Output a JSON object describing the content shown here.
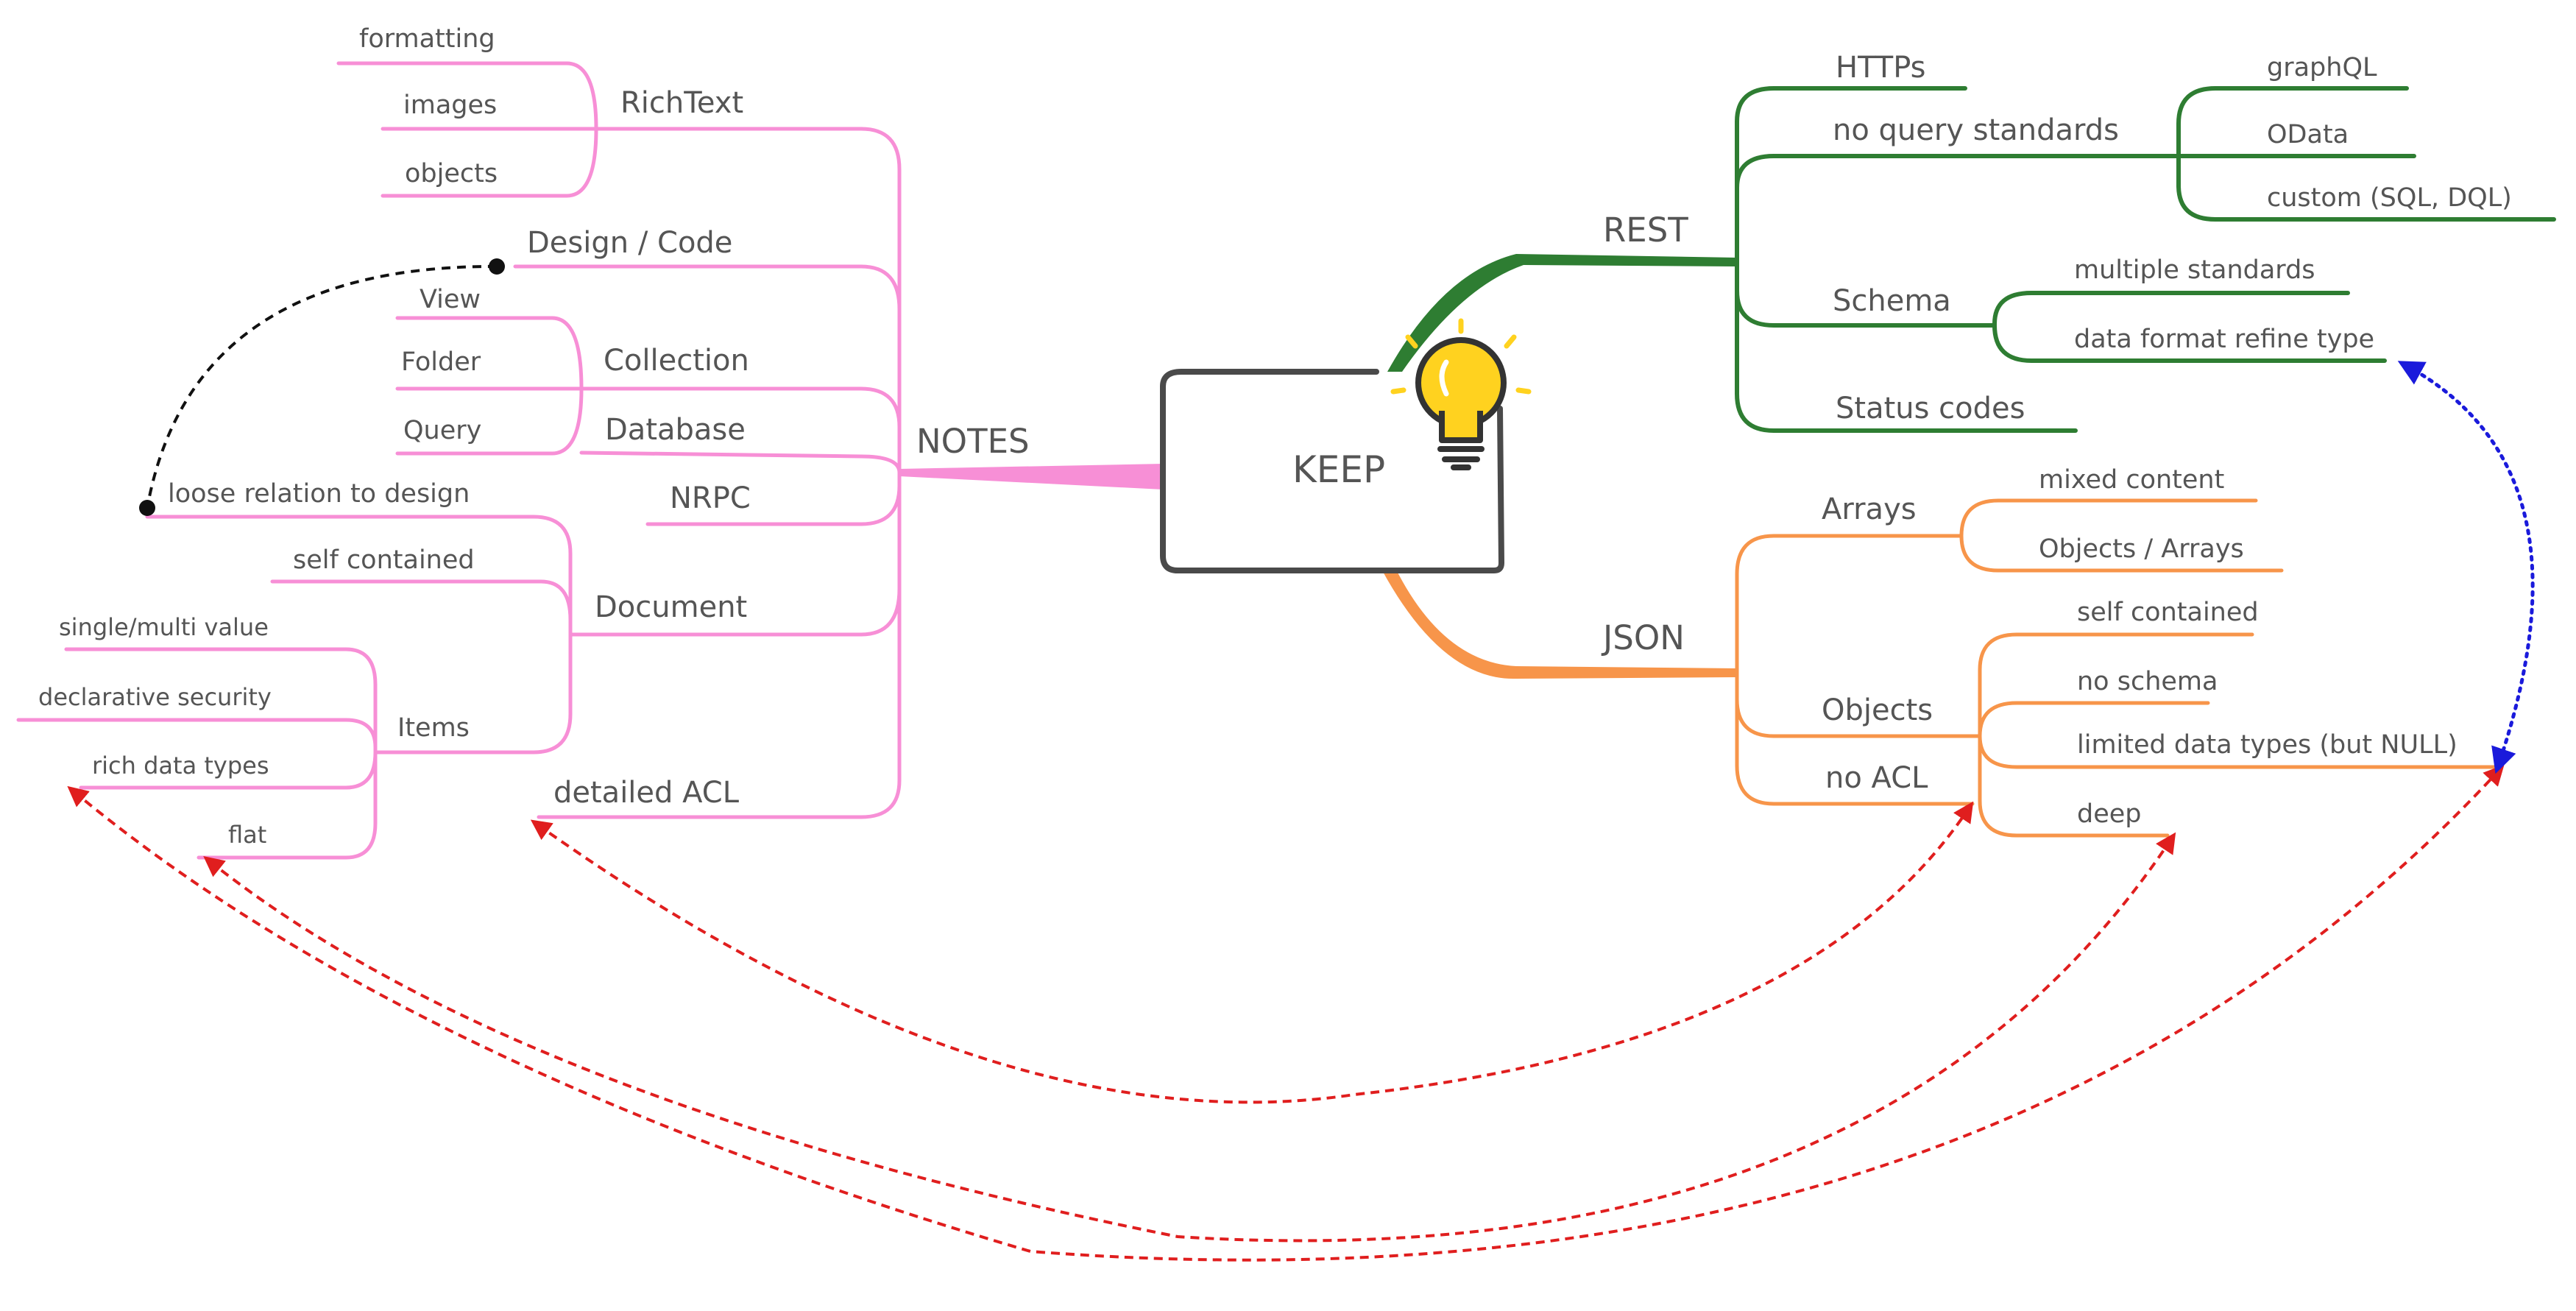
{
  "central": {
    "label": "KEEP",
    "icon": "lightbulb-icon"
  },
  "colors": {
    "notes": "#f78fd6",
    "rest": "#2e7d32",
    "json": "#f7954a",
    "link_red": "#e01e1e",
    "link_blue": "#1a1adb",
    "link_black": "#111111",
    "text": "#555555",
    "bulb": "#ffd21f"
  },
  "branches": {
    "notes": {
      "label": "NOTES",
      "children": {
        "richtext": {
          "label": "RichText",
          "items": [
            "formatting",
            "images",
            "objects"
          ]
        },
        "design_code": {
          "label": "Design / Code"
        },
        "collection": {
          "label": "Collection",
          "items": [
            "View",
            "Folder",
            "Query"
          ]
        },
        "database": {
          "label": "Database"
        },
        "nrpc": {
          "label": "NRPC"
        },
        "document": {
          "label": "Document",
          "items": [
            "loose relation to design",
            "self contained"
          ],
          "sub": {
            "items": {
              "label": "Items",
              "items": [
                "single/multi value",
                "declarative security",
                "rich data types",
                "flat"
              ]
            }
          }
        },
        "detailed_acl": {
          "label": "detailed ACL"
        }
      }
    },
    "rest": {
      "label": "REST",
      "children": {
        "https": {
          "label": "HTTPs"
        },
        "no_query": {
          "label": "no query standards",
          "items": [
            "graphQL",
            "OData",
            "custom (SQL, DQL)"
          ]
        },
        "schema": {
          "label": "Schema",
          "items": [
            "multiple standards",
            "data format refine type"
          ]
        },
        "status_codes": {
          "label": "Status codes"
        }
      }
    },
    "json": {
      "label": "JSON",
      "children": {
        "arrays": {
          "label": "Arrays",
          "items": [
            "mixed content",
            "Objects / Arrays"
          ]
        },
        "objects": {
          "label": "Objects",
          "items": [
            "self contained",
            "no schema",
            "limited data types (but NULL)",
            "deep"
          ]
        },
        "no_acl": {
          "label": "no ACL"
        }
      }
    }
  }
}
